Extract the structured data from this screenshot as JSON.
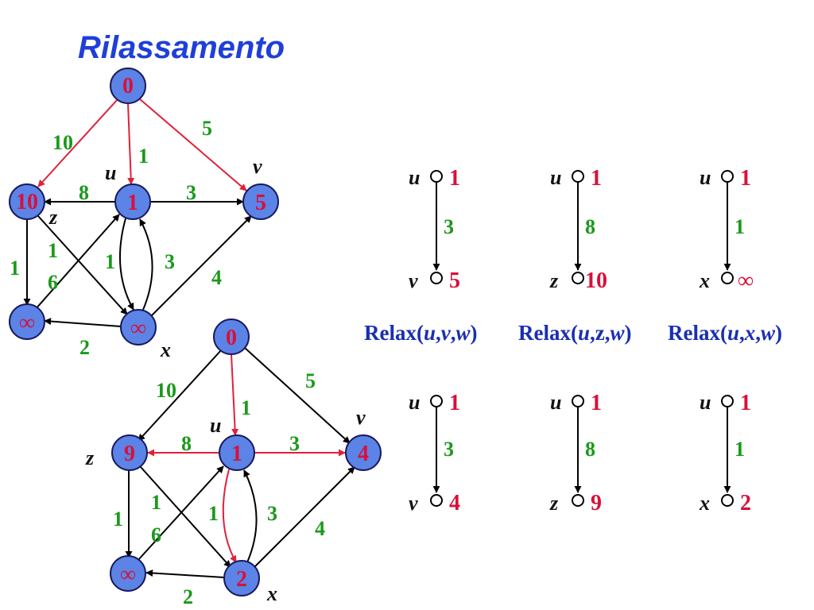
{
  "title": "Rilassamento",
  "colors": {
    "node_fill": "#5b84e6",
    "node_stroke": "#1a1a5e",
    "value": "#d8103a",
    "weight": "#199a19",
    "relaxed_edge": "#e0203a",
    "edge": "#000000",
    "title": "#1f3fd9",
    "relax_text": "#1a2fb0"
  },
  "graph_before": {
    "nodes": {
      "s": "0",
      "u": "1",
      "v": "5",
      "z": "10",
      "x": "∞",
      "y": "∞"
    },
    "node_labels": {
      "u": "u",
      "v": "v",
      "z": "z",
      "x": "x"
    },
    "weights": {
      "s_z": "10",
      "s_u": "1",
      "s_v": "5",
      "u_z": "8",
      "u_v": "3",
      "u_x": "1",
      "x_u": "3",
      "z_y": "1",
      "z_x": "1",
      "y_u": "6",
      "x_v": "4",
      "x_y": "2"
    }
  },
  "graph_after": {
    "nodes": {
      "s": "0",
      "u": "1",
      "v": "4",
      "z": "9",
      "x": "2",
      "y": "∞"
    },
    "node_labels": {
      "u": "u",
      "v": "v",
      "z": "z",
      "x": "x"
    },
    "weights": {
      "s_z": "10",
      "s_u": "1",
      "s_v": "5",
      "u_z": "8",
      "u_v": "3",
      "u_x": "1",
      "x_u": "3",
      "z_y": "1",
      "z_x": "1",
      "y_u": "6",
      "x_v": "4",
      "x_y": "2"
    }
  },
  "relax_steps": [
    {
      "call_prefix": "Relax(",
      "a": "u",
      "b": "v",
      "w": "w",
      "call_suffix": ")",
      "from_label": "u",
      "to_label": "v",
      "weight": "3",
      "before": {
        "from": "1",
        "to": "5"
      },
      "after": {
        "from": "1",
        "to": "4"
      }
    },
    {
      "call_prefix": "Relax(",
      "a": "u",
      "b": "z",
      "w": "w",
      "call_suffix": ")",
      "from_label": "u",
      "to_label": "z",
      "weight": "8",
      "before": {
        "from": "1",
        "to": "10"
      },
      "after": {
        "from": "1",
        "to": "9"
      }
    },
    {
      "call_prefix": "Relax(",
      "a": "u",
      "b": "x",
      "w": "w",
      "call_suffix": ")",
      "from_label": "u",
      "to_label": "x",
      "weight": "1",
      "before": {
        "from": "1",
        "to": "∞"
      },
      "after": {
        "from": "1",
        "to": "2"
      }
    }
  ]
}
